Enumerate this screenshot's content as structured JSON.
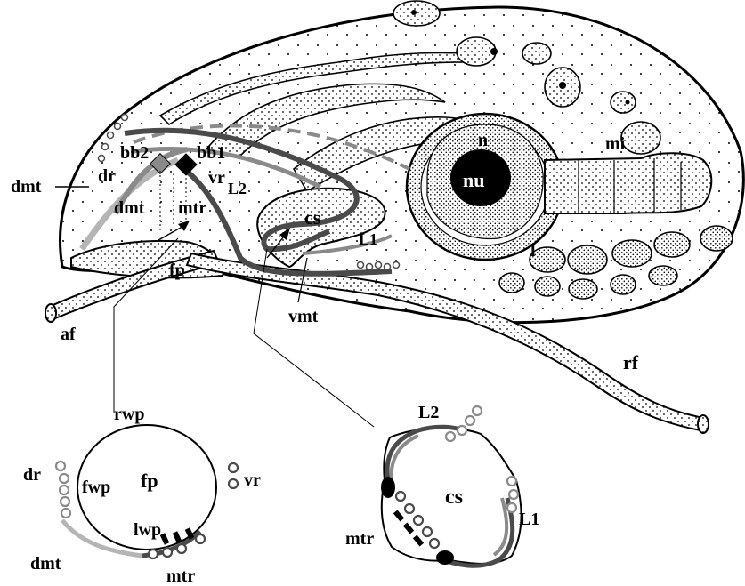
{
  "labels": {
    "nu": "nu",
    "n": "n",
    "mi": "mi",
    "l": "l",
    "bb2": "bb2",
    "bb1": "bb1",
    "dr": "dr",
    "vr": "vr",
    "dmt_left": "dmt",
    "dmt_inner": "dmt",
    "mtr_main": "mtr",
    "L2_main": "L2",
    "cs_main": "cs",
    "L1_main": "L1",
    "fp_main": "fp",
    "af": "af",
    "vmt": "vmt",
    "rf": "rf",
    "rwp": "rwp",
    "dr_inset": "dr",
    "fwp": "fwp",
    "fp_inset": "fp",
    "vr_inset": "vr",
    "lwp": "lwp",
    "dmt_inset": "dmt",
    "mtr_inset1": "mtr",
    "L2_inset": "L2",
    "cs_inset": "cs",
    "L1_inset": "L1",
    "mtr_inset2": "mtr"
  },
  "colors": {
    "outline": "#000000",
    "dark_gray": "#4a4a4a",
    "mid_gray": "#8a8a8a",
    "light_gray": "#b5b5b5",
    "fill_white": "#ffffff"
  }
}
